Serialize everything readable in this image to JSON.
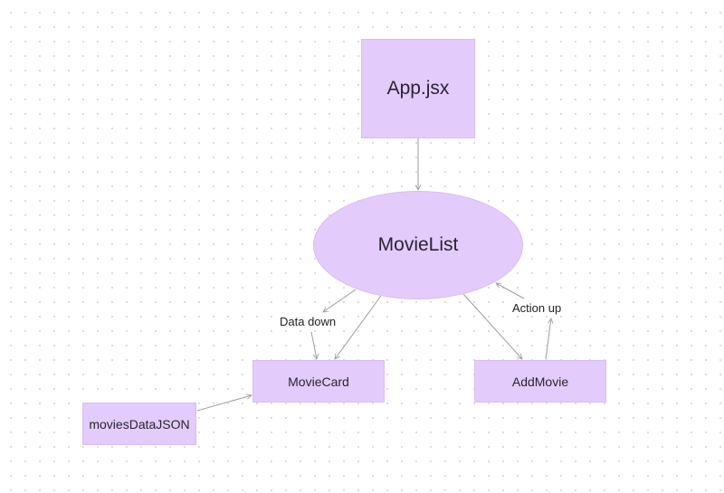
{
  "nodes": {
    "app": "App.jsx",
    "movielist": "MovieList",
    "moviecard": "MovieCard",
    "addmovie": "AddMovie",
    "movies_json": "moviesDataJSON"
  },
  "edge_labels": {
    "data_down": "Data down",
    "action_up": "Action up"
  },
  "colors": {
    "node_fill": "#e3ccfb",
    "edge": "#9e9e9e",
    "background": "#ffffff"
  }
}
